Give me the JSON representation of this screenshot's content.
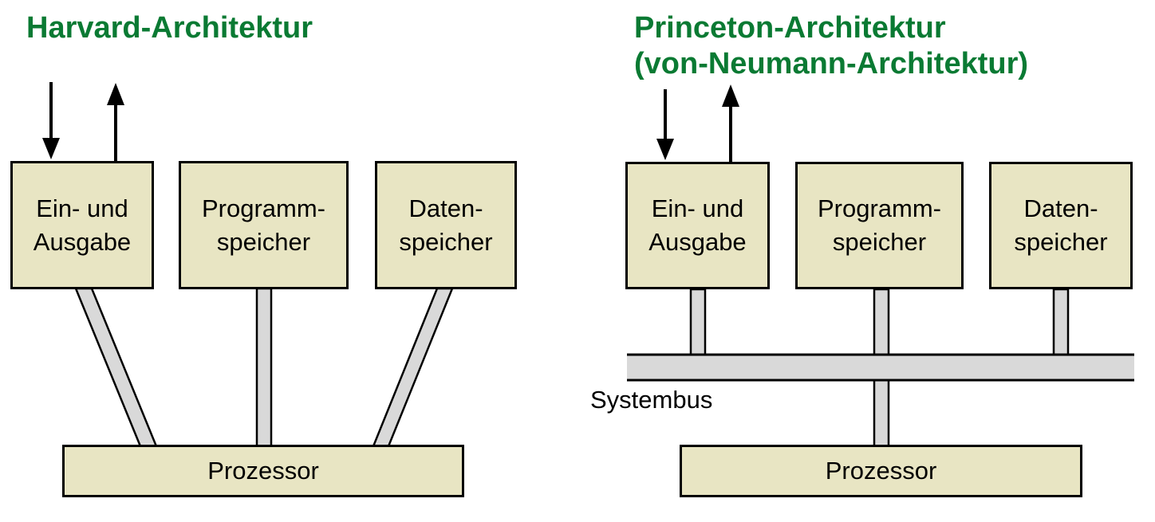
{
  "colors": {
    "title_green": "#0a7a33",
    "box_fill": "#e8e5c3",
    "box_border": "#000000",
    "bus_fill": "#d9d9d9",
    "bus_border": "#000000",
    "background": "#ffffff",
    "text": "#000000"
  },
  "harvard": {
    "title": "Harvard-Architektur",
    "boxes": {
      "io": "Ein- und\nAusgabe",
      "program": "Programm-\nspeicher",
      "data": "Daten-\nspeicher",
      "processor": "Prozessor"
    }
  },
  "princeton": {
    "title": "Princeton-Architektur\n(von-Neumann-Architektur)",
    "bus_label": "Systembus",
    "boxes": {
      "io": "Ein- und\nAusgabe",
      "program": "Programm-\nspeicher",
      "data": "Daten-\nspeicher",
      "processor": "Prozessor"
    }
  }
}
